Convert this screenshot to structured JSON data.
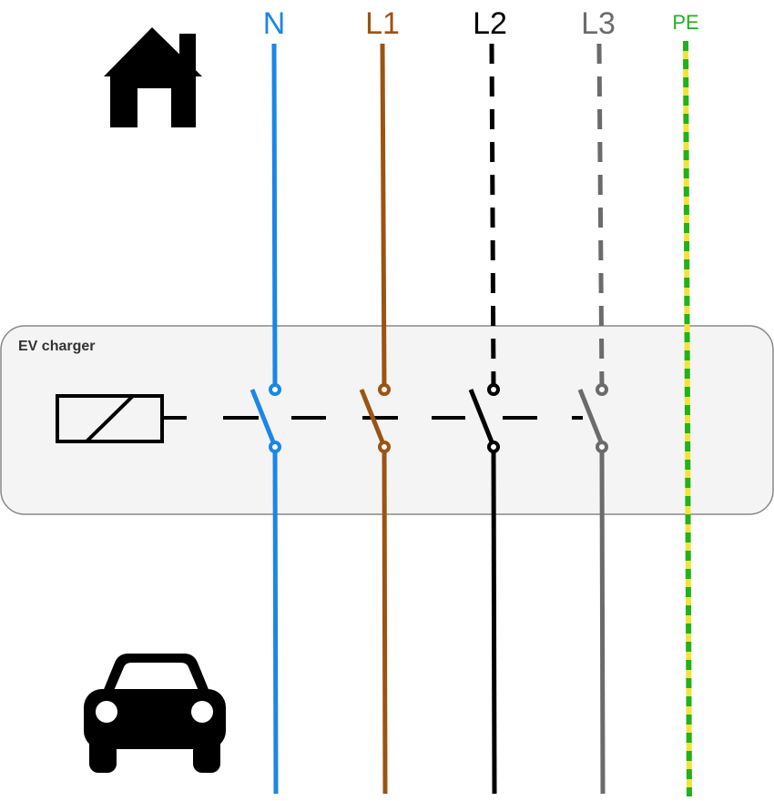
{
  "labels": {
    "n": "N",
    "l1": "L1",
    "l2": "L2",
    "l3": "L3",
    "pe": "PE",
    "charger": "EV charger"
  },
  "icons": {
    "top": "house-icon",
    "bottom": "car-icon",
    "relay_coil": "relay-coil-icon"
  },
  "colors": {
    "n": "#1b86e6",
    "l1": "#9a5412",
    "l2": "#000000",
    "l3": "#6b6b6b",
    "pe_green": "#22b11c",
    "pe_yellow": "#f2e33c",
    "charger_fill": "#f4f4f4",
    "charger_border": "#888888"
  }
}
